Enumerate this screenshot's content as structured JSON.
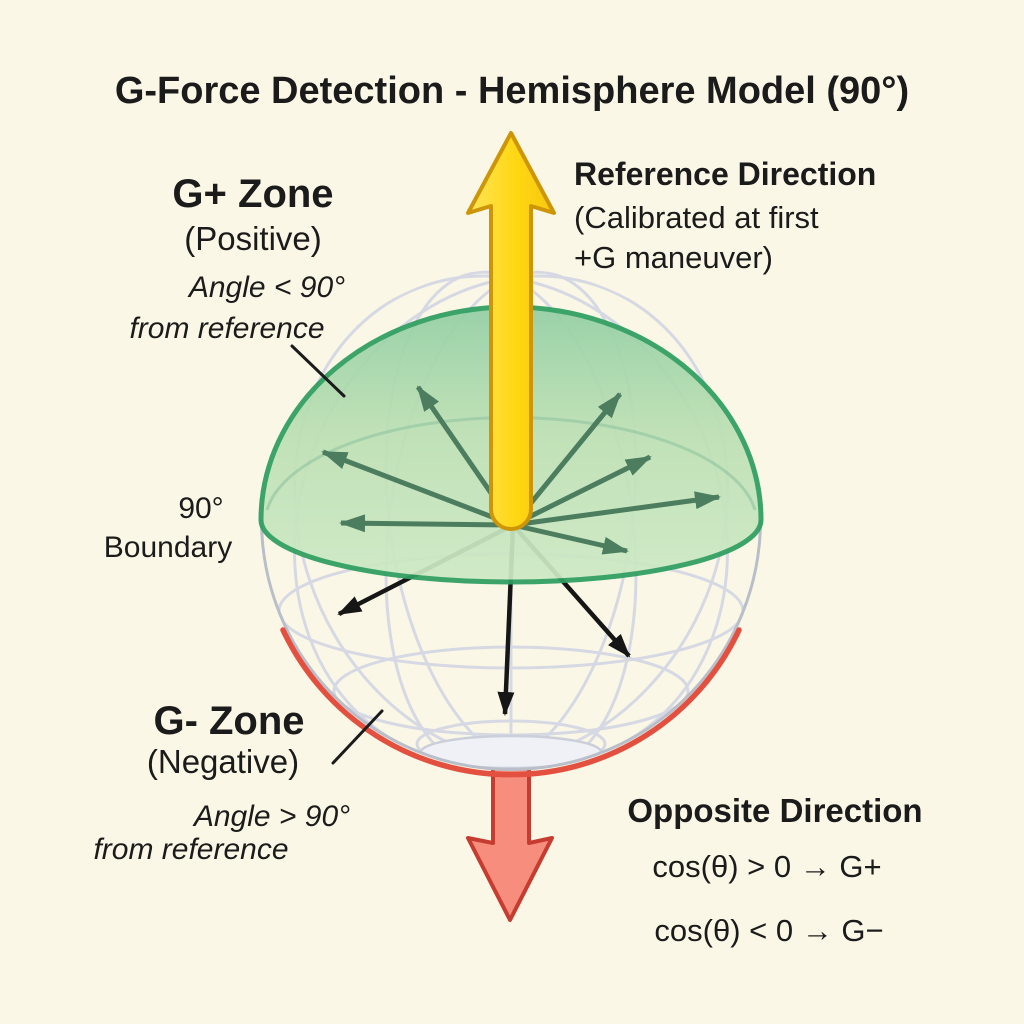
{
  "title": "G-Force Detection - Hemisphere Model (90°)",
  "upper_zone": {
    "name": "G+ Zone",
    "qualifier": "(Positive)",
    "condition_line1": "Angle < 90°",
    "condition_line2": "from reference"
  },
  "reference": {
    "title": "Reference Direction",
    "subtitle_line1": "(Calibrated at first",
    "subtitle_line2": "+G maneuver)"
  },
  "boundary": {
    "line1": "90°",
    "line2": "Boundary"
  },
  "lower_zone": {
    "name": "G- Zone",
    "qualifier": "(Negative)",
    "condition_line1": "Angle > 90°",
    "condition_line2": "from reference"
  },
  "opposite": {
    "title": "Opposite Direction",
    "equation_positive": "cos(θ) > 0 → G+",
    "equation_negative": "cos(θ) < 0 → G−"
  },
  "colors": {
    "background": "#FBF7E6",
    "text": "#1B1B1B",
    "dome_outline": "#2E9E60",
    "dome_green_top": "#93CFA4",
    "dome_green_bottom": "#CDE9C5",
    "radial_arrow_green": "#4C7D5F",
    "wireframe_gray": "#D6D9E4",
    "silhouette_gray": "#B9BEC9",
    "boundary_red": "#E4503F",
    "reference_arrow_fill": "#FFD71F",
    "reference_arrow_outline": "#CE9606",
    "opposite_arrow_fill": "#F78E7D",
    "opposite_arrow_outline": "#C63C30",
    "down_arrow_black": "#161616"
  }
}
